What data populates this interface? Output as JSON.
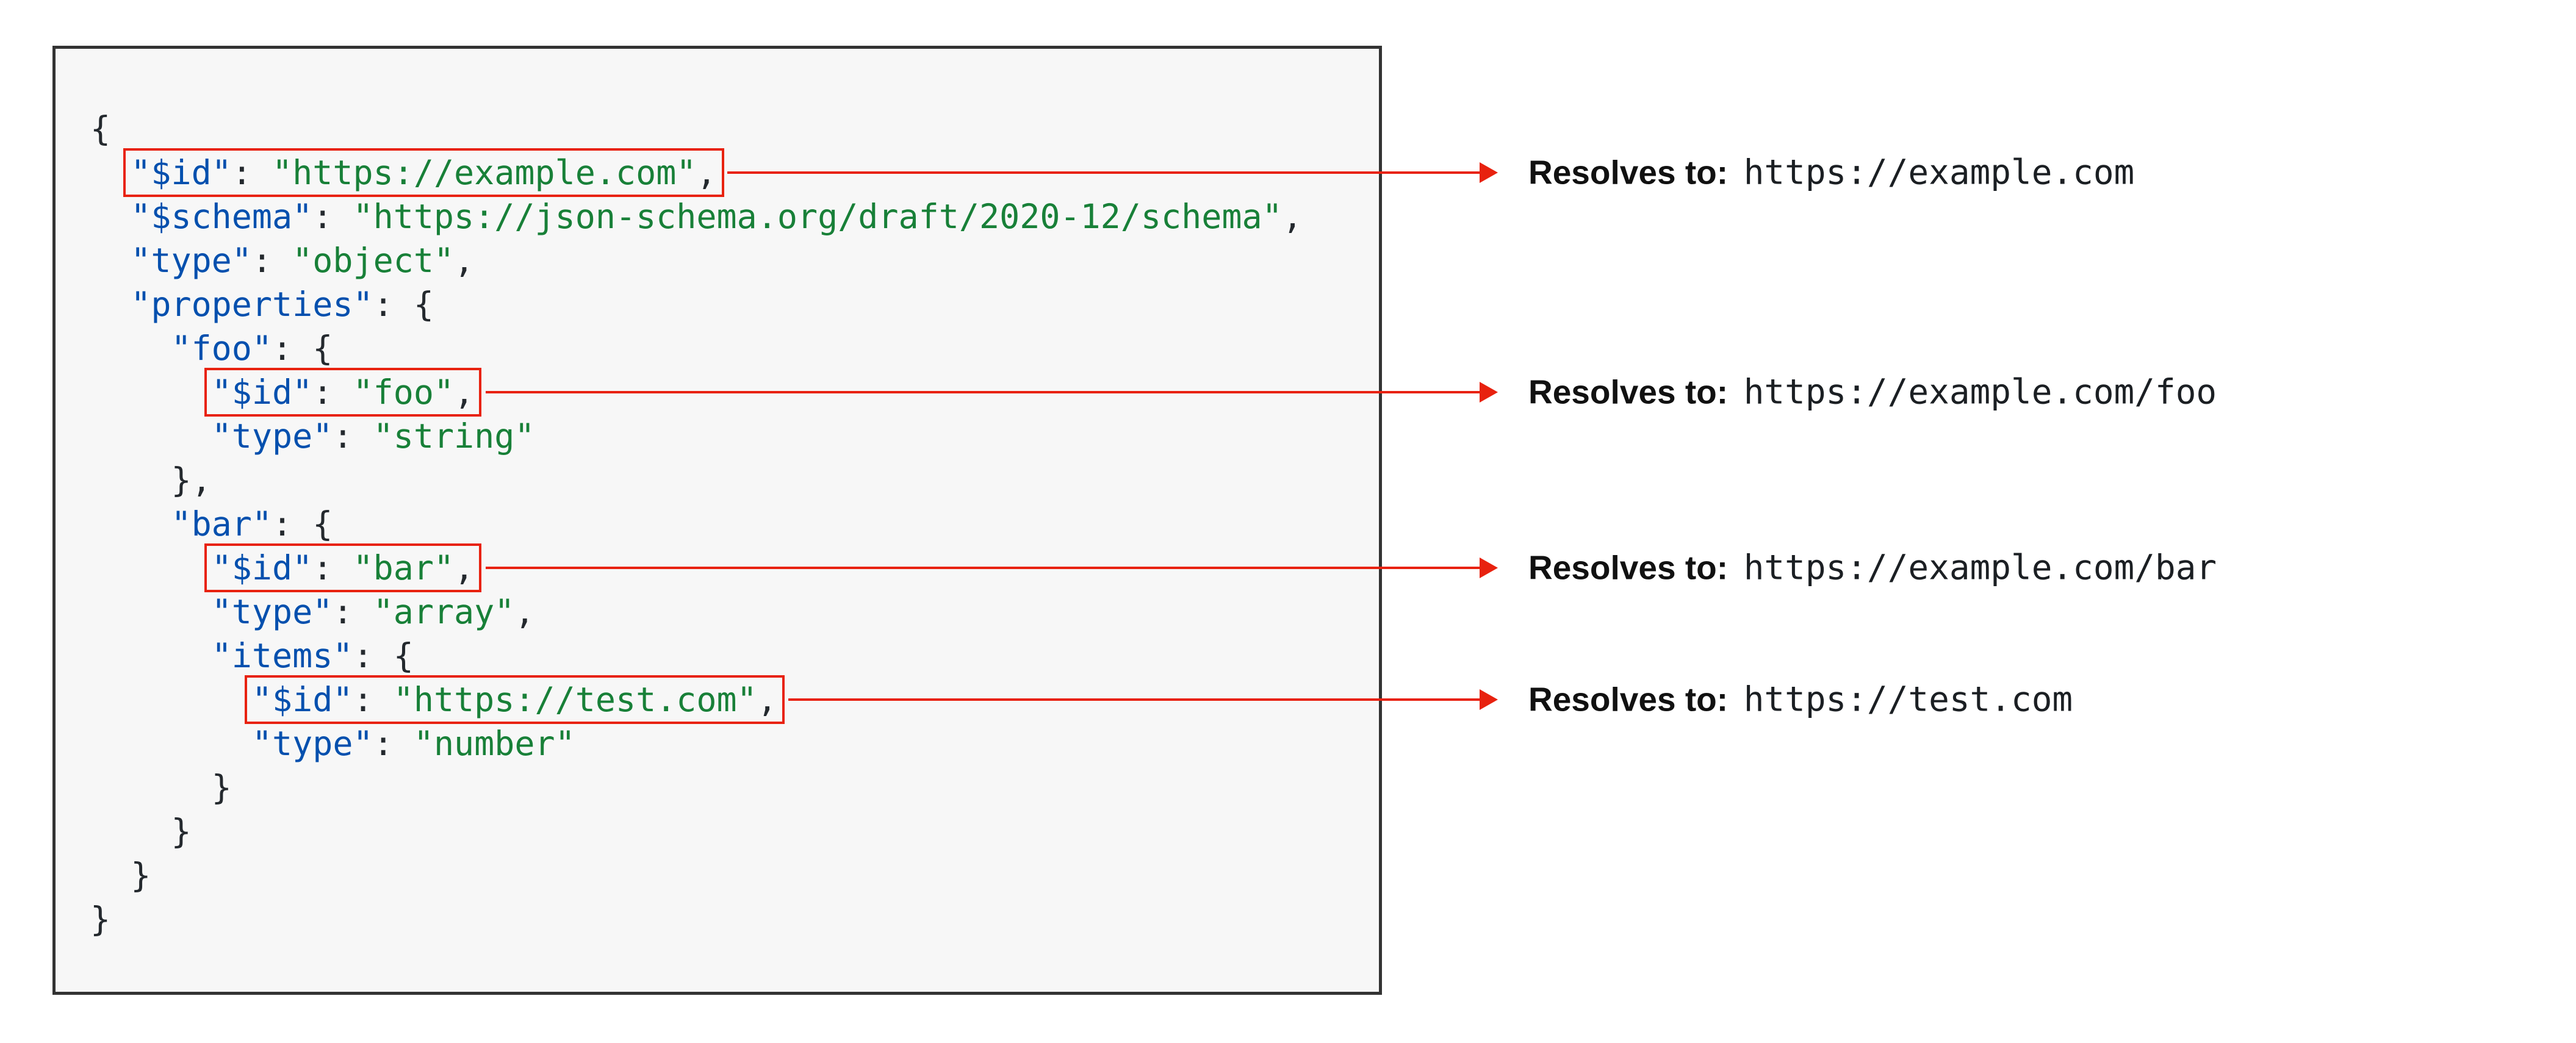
{
  "diagram": {
    "colors": {
      "key_blue": "#0550ae",
      "string_green": "#188038",
      "punctuation": "#24292e",
      "arrow_red": "#e8220f",
      "code_background": "#f7f7f7",
      "code_border": "#333333"
    },
    "code": {
      "lines": [
        [
          {
            "c": "p",
            "x": "{"
          }
        ],
        [
          {
            "c": "p",
            "x": "  "
          },
          {
            "b": 1,
            "c": "k",
            "x": "\"$id\""
          },
          {
            "b": 1,
            "c": "p",
            "x": ": "
          },
          {
            "b": 1,
            "c": "s",
            "x": "\"https://example.com\""
          },
          {
            "b": 1,
            "c": "p",
            "x": ","
          }
        ],
        [
          {
            "c": "p",
            "x": "  "
          },
          {
            "c": "k",
            "x": "\"$schema\""
          },
          {
            "c": "p",
            "x": ": "
          },
          {
            "c": "s",
            "x": "\"https://json-schema.org/draft/2020-12/schema\""
          },
          {
            "c": "p",
            "x": ","
          }
        ],
        [
          {
            "c": "p",
            "x": "  "
          },
          {
            "c": "k",
            "x": "\"type\""
          },
          {
            "c": "p",
            "x": ": "
          },
          {
            "c": "s",
            "x": "\"object\""
          },
          {
            "c": "p",
            "x": ","
          }
        ],
        [
          {
            "c": "p",
            "x": "  "
          },
          {
            "c": "k",
            "x": "\"properties\""
          },
          {
            "c": "p",
            "x": ": {"
          }
        ],
        [
          {
            "c": "p",
            "x": "    "
          },
          {
            "c": "k",
            "x": "\"foo\""
          },
          {
            "c": "p",
            "x": ": {"
          }
        ],
        [
          {
            "c": "p",
            "x": "      "
          },
          {
            "b": 1,
            "c": "k",
            "x": "\"$id\""
          },
          {
            "b": 1,
            "c": "p",
            "x": ": "
          },
          {
            "b": 1,
            "c": "s",
            "x": "\"foo\""
          },
          {
            "b": 1,
            "c": "p",
            "x": ","
          }
        ],
        [
          {
            "c": "p",
            "x": "      "
          },
          {
            "c": "k",
            "x": "\"type\""
          },
          {
            "c": "p",
            "x": ": "
          },
          {
            "c": "s",
            "x": "\"string\""
          }
        ],
        [
          {
            "c": "p",
            "x": "    },"
          }
        ],
        [
          {
            "c": "p",
            "x": "    "
          },
          {
            "c": "k",
            "x": "\"bar\""
          },
          {
            "c": "p",
            "x": ": {"
          }
        ],
        [
          {
            "c": "p",
            "x": "      "
          },
          {
            "b": 1,
            "c": "k",
            "x": "\"$id\""
          },
          {
            "b": 1,
            "c": "p",
            "x": ": "
          },
          {
            "b": 1,
            "c": "s",
            "x": "\"bar\""
          },
          {
            "b": 1,
            "c": "p",
            "x": ","
          }
        ],
        [
          {
            "c": "p",
            "x": "      "
          },
          {
            "c": "k",
            "x": "\"type\""
          },
          {
            "c": "p",
            "x": ": "
          },
          {
            "c": "s",
            "x": "\"array\""
          },
          {
            "c": "p",
            "x": ","
          }
        ],
        [
          {
            "c": "p",
            "x": "      "
          },
          {
            "c": "k",
            "x": "\"items\""
          },
          {
            "c": "p",
            "x": ": {"
          }
        ],
        [
          {
            "c": "p",
            "x": "        "
          },
          {
            "b": 1,
            "c": "k",
            "x": "\"$id\""
          },
          {
            "b": 1,
            "c": "p",
            "x": ": "
          },
          {
            "b": 1,
            "c": "s",
            "x": "\"https://test.com\""
          },
          {
            "b": 1,
            "c": "p",
            "x": ","
          }
        ],
        [
          {
            "c": "p",
            "x": "        "
          },
          {
            "c": "k",
            "x": "\"type\""
          },
          {
            "c": "p",
            "x": ": "
          },
          {
            "c": "s",
            "x": "\"number\""
          }
        ],
        [
          {
            "c": "p",
            "x": "      }"
          }
        ],
        [
          {
            "c": "p",
            "x": "    }"
          }
        ],
        [
          {
            "c": "p",
            "x": "  }"
          }
        ],
        [
          {
            "c": "p",
            "x": "}"
          }
        ]
      ]
    },
    "annotations": [
      {
        "label": "Resolves to:",
        "value": "https://example.com"
      },
      {
        "label": "Resolves to:",
        "value": "https://example.com/foo"
      },
      {
        "label": "Resolves to:",
        "value": "https://example.com/bar"
      },
      {
        "label": "Resolves to:",
        "value": "https://test.com"
      }
    ]
  }
}
